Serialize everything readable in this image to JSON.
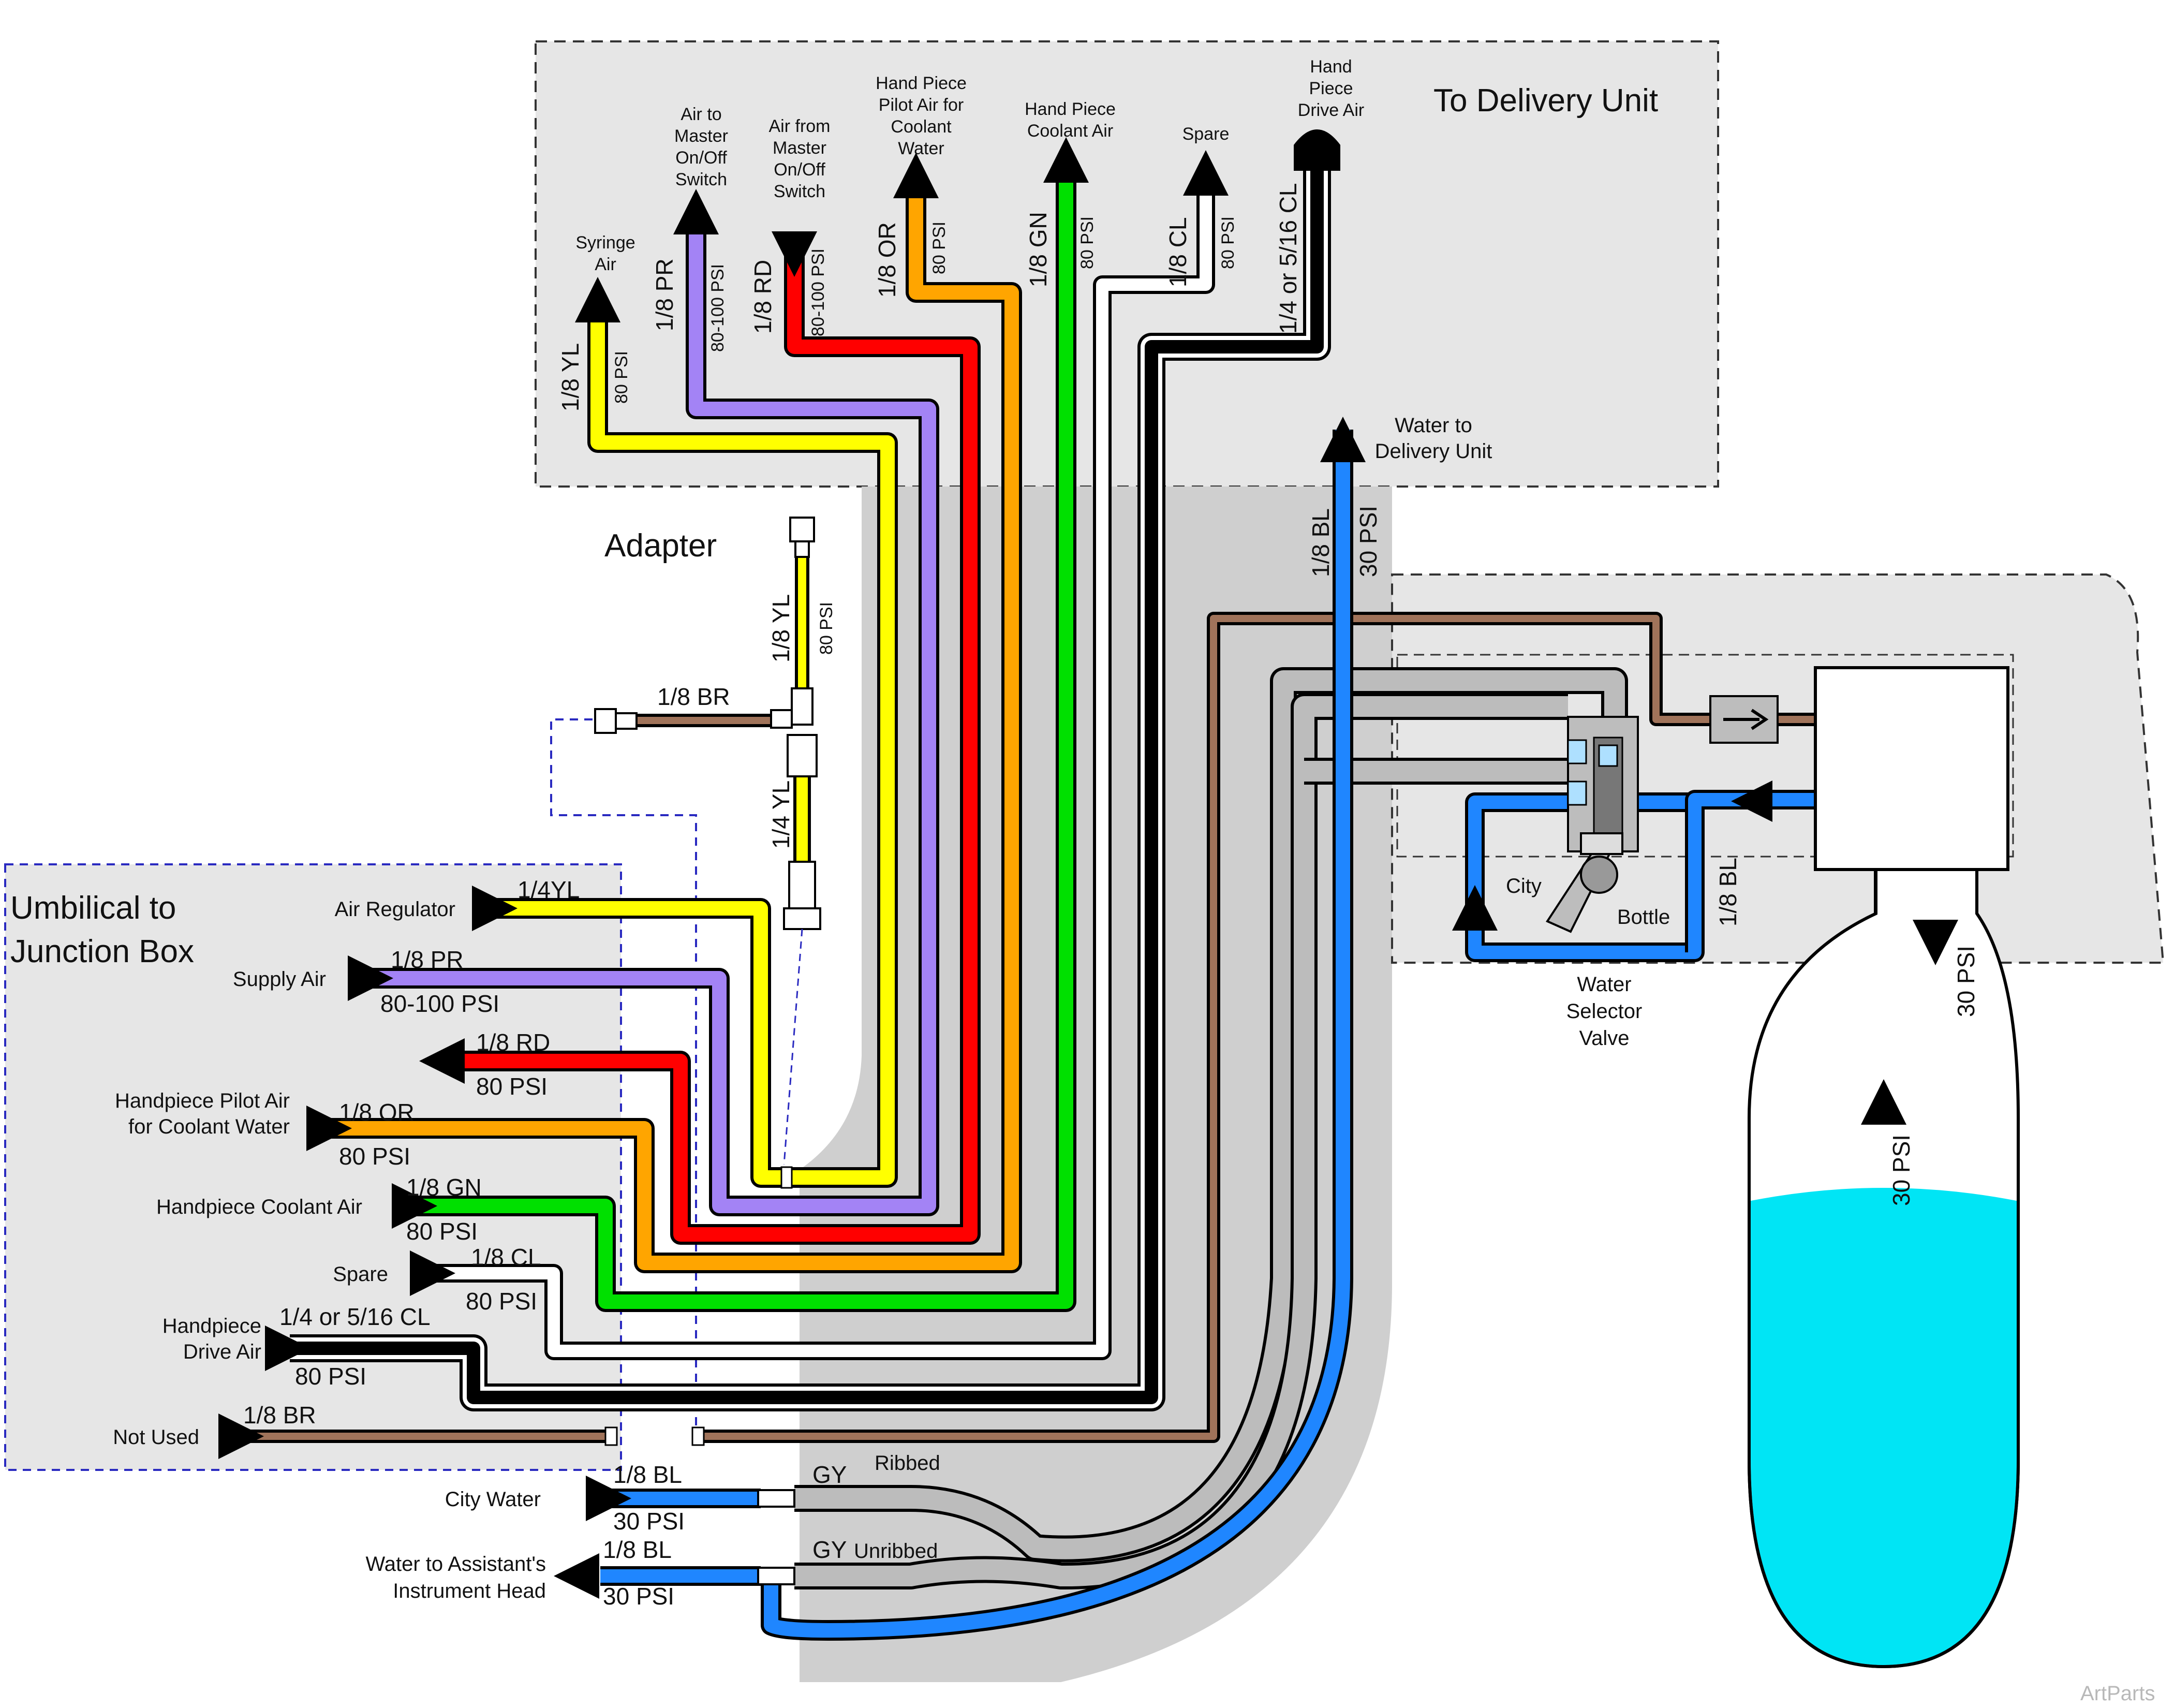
{
  "regions": {
    "delivery_unit": "To Delivery Unit",
    "umbilical": [
      "Umbilical to",
      "Junction Box"
    ],
    "adapter": "Adapter",
    "watermark": "ArtParts"
  },
  "colors": {
    "yellow": "#ffff00",
    "purple": "#a383f5",
    "red": "#ff0000",
    "orange": "#ffa500",
    "green": "#00e000",
    "clear": "#ffffff",
    "blue": "#1f86ff",
    "brown": "#a0735a",
    "gray": "#bcbcbc",
    "water": "#00e5f5",
    "panel": "#e6e6e6",
    "panel_dark": "#cfcfcf"
  },
  "top_outputs": [
    {
      "name": [
        "Syringe",
        "Air"
      ],
      "size": "1/8 YL",
      "psi": "80 PSI"
    },
    {
      "name": [
        "Air to",
        "Master",
        "On/Off",
        "Switch"
      ],
      "size": "1/8 PR",
      "psi": "80-100 PSI"
    },
    {
      "name": [
        "Air from",
        "Master",
        "On/Off",
        "Switch"
      ],
      "size": "1/8 RD",
      "psi": "80-100 PSI"
    },
    {
      "name": [
        "Hand Piece",
        "Pilot Air for",
        "Coolant",
        "Water"
      ],
      "size": "1/8 OR",
      "psi": "80 PSI"
    },
    {
      "name": [
        "Hand Piece",
        "Coolant Air"
      ],
      "size": "1/8 GN",
      "psi": "80 PSI"
    },
    {
      "name": [
        "Spare"
      ],
      "size": "1/8 CL",
      "psi": "80 PSI"
    },
    {
      "name": [
        "Hand",
        "Piece",
        "Drive Air"
      ],
      "size": "1/4 or 5/16 CL",
      "psi": ""
    }
  ],
  "water_to_delivery": {
    "name": [
      "Water to",
      "Delivery Unit"
    ],
    "size": "1/8 BL",
    "psi": "30 PSI"
  },
  "adapter_parts": {
    "top_size": "1/8 YL",
    "top_psi": "80 PSI",
    "side_size": "1/8 BR",
    "bottom_size": "1/4 YL"
  },
  "left_inputs": [
    {
      "name": [
        "Air Regulator"
      ],
      "size": "1/4YL",
      "psi": ""
    },
    {
      "name": [
        "Supply Air"
      ],
      "size": "1/8 PR",
      "psi": "80-100 PSI"
    },
    {
      "name": [],
      "size": "1/8 RD",
      "psi": "80 PSI"
    },
    {
      "name": [
        "Handpiece Pilot Air",
        "for Coolant Water"
      ],
      "size": "1/8 OR",
      "psi": "80 PSI"
    },
    {
      "name": [
        "Handpiece Coolant Air"
      ],
      "size": "1/8 GN",
      "psi": "80 PSI"
    },
    {
      "name": [
        "Spare"
      ],
      "size": "1/8 CL",
      "psi": "80 PSI"
    },
    {
      "name": [
        "Handpiece",
        "Drive Air"
      ],
      "size": "1/4 or 5/16 CL",
      "psi": "80 PSI"
    },
    {
      "name": [
        "Not Used"
      ],
      "size": "1/8 BR",
      "psi": ""
    }
  ],
  "water_inputs": [
    {
      "name": [
        "City Water"
      ],
      "size": "1/8 BL",
      "psi": "30 PSI",
      "tube": "GY",
      "tube_type": "Ribbed"
    },
    {
      "name": [
        "Water to Assistant's",
        "Instrument Head"
      ],
      "size": "1/8 BL",
      "psi": "30 PSI",
      "tube": "GY",
      "tube_type": "Unribbed"
    }
  ],
  "valve": {
    "name": [
      "Water",
      "Selector",
      "Valve"
    ],
    "city": "City",
    "bottle": "Bottle",
    "line_size": "1/8 BL"
  },
  "bottle": {
    "inlet_psi": "30 PSI",
    "outlet_psi": "30 PSI"
  }
}
